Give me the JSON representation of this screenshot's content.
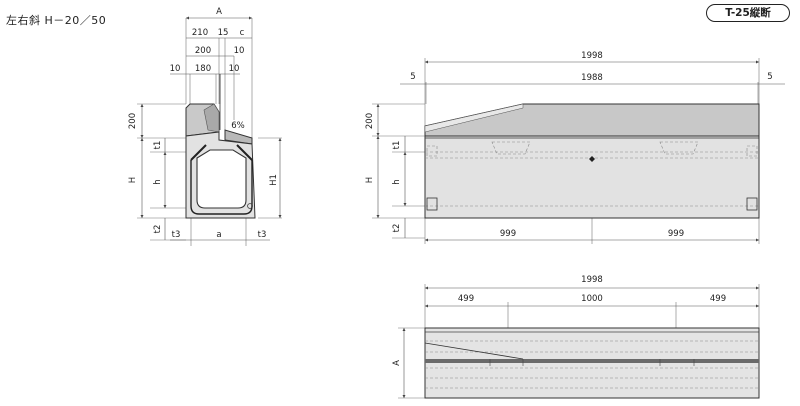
{
  "title": "左右斜 H－20／50",
  "badge": "T-25縦断",
  "cross_section": {
    "dim_A": "A",
    "dim_210": "210",
    "dim_15": "15",
    "dim_c": "c",
    "dim_200": "200",
    "dim_10a": "10",
    "dim_10b": "10",
    "dim_180": "180",
    "dim_10c": "10",
    "dim_200v": "200",
    "slope": "6%",
    "dim_t1": "t1",
    "dim_H": "H",
    "dim_h": "h",
    "dim_H1": "H1",
    "dim_t2": "t2",
    "dim_t3l": "t3",
    "dim_a": "a",
    "dim_t3r": "t3"
  },
  "side_view": {
    "dim_1998": "1998",
    "dim_5l": "5",
    "dim_1988": "1988",
    "dim_5r": "5",
    "dim_200": "200",
    "dim_t1": "t1",
    "dim_H": "H",
    "dim_h": "h",
    "dim_t2": "t2",
    "dim_999l": "999",
    "dim_999r": "999"
  },
  "plan_view": {
    "dim_1998": "1998",
    "dim_499l": "499",
    "dim_1000": "1000",
    "dim_499r": "499",
    "dim_A": "A"
  }
}
